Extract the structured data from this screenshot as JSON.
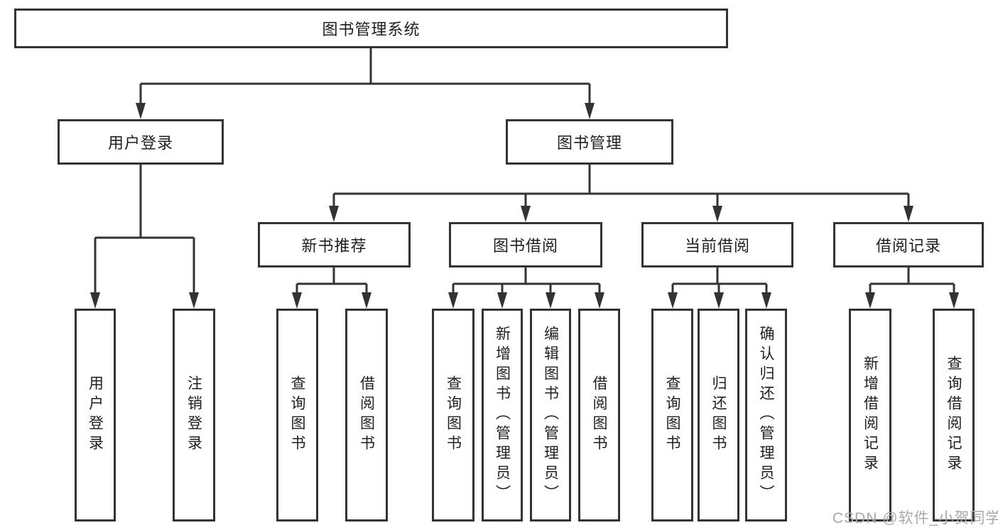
{
  "colors": {
    "line": "#333333",
    "text": "#1f1f1f",
    "watermark": "#a9a9a9",
    "background": "#ffffff"
  },
  "watermark": "CSDN @软件_小贺同学",
  "nodes": {
    "root": "图书管理系统",
    "user_login": "用户登录",
    "book_mgmt": "图书管理",
    "new_books": "新书推荐",
    "book_borrow": "图书借阅",
    "current_borrow": "当前借阅",
    "borrow_records": "借阅记录",
    "ul_login": "用户登录",
    "ul_logout": "注销登录",
    "nb_query": "查询图书",
    "nb_borrow": "借阅图书",
    "bb_query": "查询图书",
    "bb_add": "新增图书（管理员）",
    "bb_edit": "编辑图书（管理员）",
    "bb_borrow": "借阅图书",
    "cb_query": "查询图书",
    "cb_return": "归还图书",
    "cb_confirm": "确认归还（管理员）",
    "br_add": "新增借阅记录",
    "br_query": "查询借阅记录"
  },
  "edges": [
    [
      "root",
      "user_login"
    ],
    [
      "root",
      "book_mgmt"
    ],
    [
      "user_login",
      "ul_login"
    ],
    [
      "user_login",
      "ul_logout"
    ],
    [
      "book_mgmt",
      "new_books"
    ],
    [
      "book_mgmt",
      "book_borrow"
    ],
    [
      "book_mgmt",
      "current_borrow"
    ],
    [
      "book_mgmt",
      "borrow_records"
    ],
    [
      "new_books",
      "nb_query"
    ],
    [
      "new_books",
      "nb_borrow"
    ],
    [
      "book_borrow",
      "bb_query"
    ],
    [
      "book_borrow",
      "bb_add"
    ],
    [
      "book_borrow",
      "bb_edit"
    ],
    [
      "book_borrow",
      "bb_borrow"
    ],
    [
      "current_borrow",
      "cb_query"
    ],
    [
      "current_borrow",
      "cb_return"
    ],
    [
      "current_borrow",
      "cb_confirm"
    ],
    [
      "borrow_records",
      "br_add"
    ],
    [
      "borrow_records",
      "br_query"
    ]
  ]
}
